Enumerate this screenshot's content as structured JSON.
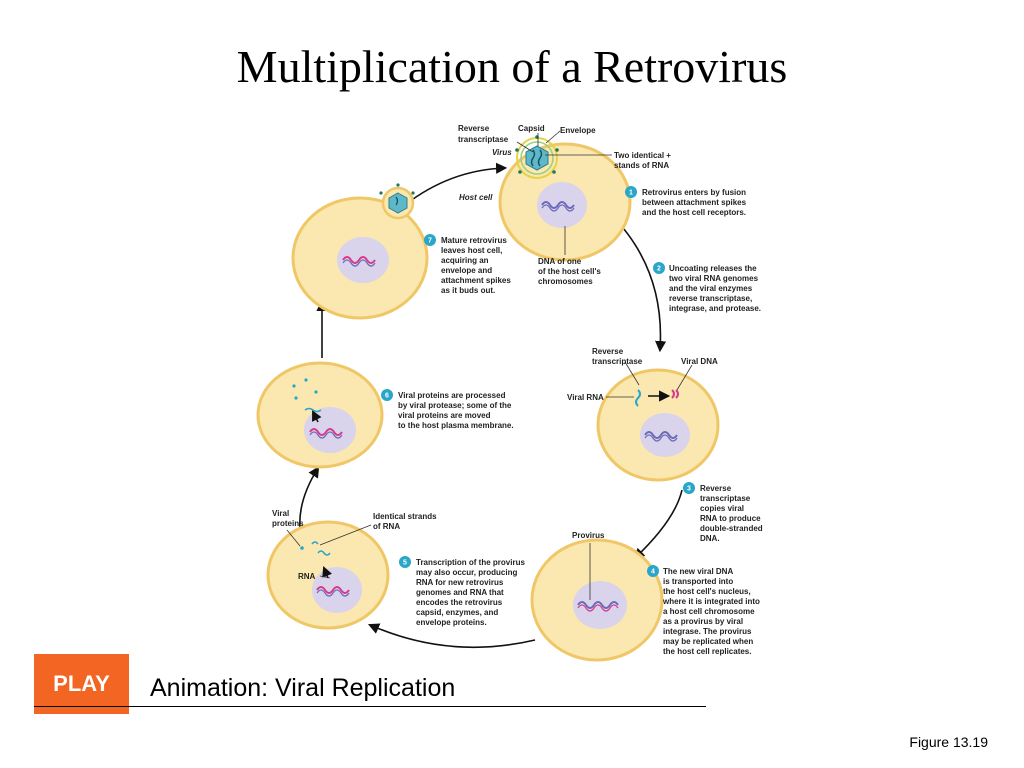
{
  "slide": {
    "title": "Multiplication of a Retrovirus",
    "play_label": "PLAY",
    "animation_label": "Animation: Viral Replication",
    "figure_ref": "Figure 13.19"
  },
  "colors": {
    "cell_fill": "#fbe7b0",
    "cell_stroke": "#f0c766",
    "nucleus": "#d9d3ec",
    "step_badge": "#2aa6c8",
    "play_button": "#f26522",
    "virus": "#5fb8c8"
  },
  "labels": {
    "reverse_transcriptase": [
      "Reverse",
      "transcriptase"
    ],
    "capsid": "Capsid",
    "envelope": "Envelope",
    "virus": "Virus",
    "two_identical": [
      "Two identical +",
      "stands of RNA"
    ],
    "host_cell": "Host cell",
    "dna_one": [
      "DNA of one",
      "of the host cell's",
      "chromosomes"
    ],
    "reverse_transcriptase_2": [
      "Reverse",
      "transcriptase"
    ],
    "viral_dna": "Viral DNA",
    "viral_rna": "Viral RNA",
    "provirus": "Provirus",
    "viral_proteins": [
      "Viral",
      "proteins"
    ],
    "identical_strands": [
      "Identical strands",
      "of RNA"
    ],
    "rna": "RNA"
  },
  "steps": [
    {
      "n": "1",
      "text": [
        "Retrovirus enters by fusion",
        "between attachment spikes",
        "and the host cell receptors."
      ]
    },
    {
      "n": "2",
      "text": [
        "Uncoating releases the",
        "two viral RNA genomes",
        "and the viral enzymes",
        "reverse transcriptase,",
        "integrase, and protease."
      ]
    },
    {
      "n": "3",
      "text": [
        "Reverse",
        "transcriptase",
        "copies viral",
        "RNA to produce",
        "double-stranded",
        "DNA."
      ]
    },
    {
      "n": "4",
      "text": [
        "The new viral DNA",
        "is transported into",
        "the host cell's nucleus,",
        "where it is integrated into",
        "a host cell chromosome",
        "as a provirus by viral",
        "integrase. The provirus",
        "may be replicated when",
        "the host cell replicates."
      ]
    },
    {
      "n": "5",
      "text": [
        "Transcription of the provirus",
        "may also occur, producing",
        "RNA for new retrovirus",
        "genomes and RNA that",
        "encodes the retrovirus",
        "capsid, enzymes, and",
        "envelope proteins."
      ]
    },
    {
      "n": "6",
      "text": [
        "Viral proteins are processed",
        "by viral protease; some of the",
        "viral proteins are moved",
        "to the host plasma membrane."
      ]
    },
    {
      "n": "7",
      "text": [
        "Mature retrovirus",
        "leaves host cell,",
        "acquiring an",
        "envelope and",
        "attachment spikes",
        "as it buds out."
      ]
    }
  ]
}
